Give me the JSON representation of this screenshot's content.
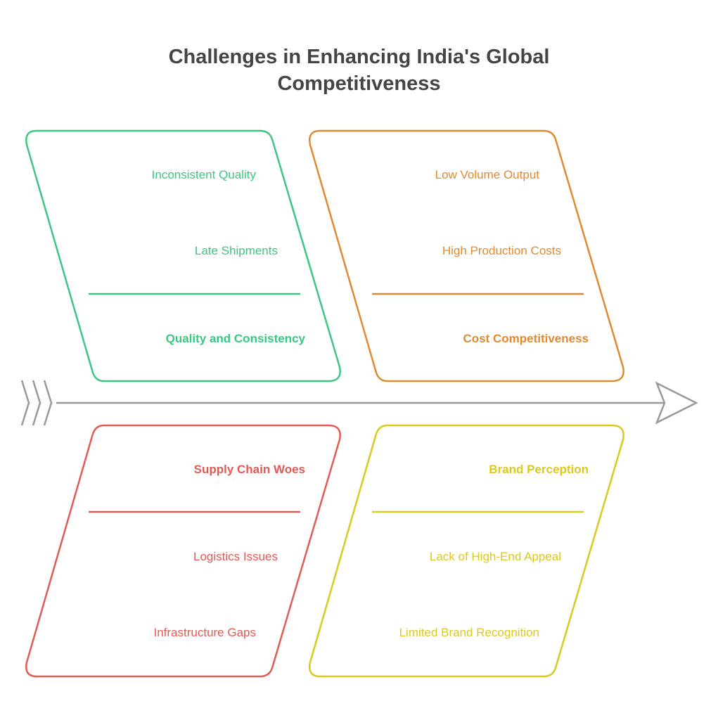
{
  "title_line1": "Challenges in Enhancing India's Global",
  "title_line2": "Competitiveness",
  "colors": {
    "green": "#3dc682",
    "orange": "#df8a32",
    "red": "#e15b55",
    "yellow": "#dcc91e",
    "spine": "#999999"
  },
  "quality": {
    "heading": "Quality and Consistency",
    "items": [
      "Inconsistent Quality",
      "Late Shipments"
    ]
  },
  "cost": {
    "heading": "Cost Competitiveness",
    "items": [
      "Low Volume Output",
      "High Production Costs"
    ]
  },
  "supply": {
    "heading": "Supply Chain Woes",
    "items": [
      "Logistics Issues",
      "Infrastructure Gaps"
    ]
  },
  "brand": {
    "heading": "Brand Perception",
    "items": [
      "Lack of High-End Appeal",
      "Limited Brand Recognition"
    ]
  }
}
